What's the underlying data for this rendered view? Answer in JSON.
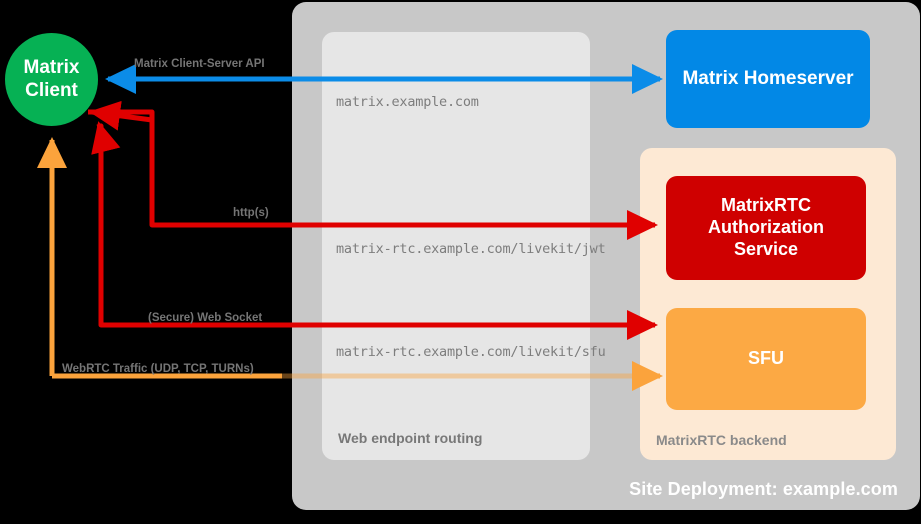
{
  "diagram": {
    "title": "Site Deployment: example.com",
    "colors": {
      "background": "#000000",
      "site_container": "#c8c8c8",
      "routing_panel": "#e6e6e6",
      "backend_panel": "#fde9d4",
      "client": "#06b154",
      "homeserver": "#0288e6",
      "auth_service": "#cf0000",
      "sfu": "#fca944",
      "wire_blue": "#0b8ce8",
      "wire_red": "#e00000",
      "wire_orange": "#fba33c"
    }
  },
  "client": {
    "line1": "Matrix",
    "line2": "Client"
  },
  "routing": {
    "label": "Web endpoint routing",
    "endpoints": [
      "matrix.example.com",
      "matrix-rtc.example.com/livekit/jwt",
      "matrix-rtc.example.com/livekit/sfu"
    ]
  },
  "backend": {
    "label": "MatrixRTC backend",
    "services": [
      {
        "name": "SFU",
        "label": "SFU"
      },
      {
        "name": "auth",
        "label": "MatrixRTC\nAuthorization\nService"
      }
    ]
  },
  "services": {
    "homeserver": "Matrix Homeserver",
    "auth_line1": "MatrixRTC",
    "auth_line2": "Authorization",
    "auth_line3": "Service",
    "sfu": "SFU"
  },
  "connections": [
    {
      "id": "cs-api",
      "label": "Matrix Client-Server API",
      "color": "#0b8ce8",
      "from": "Matrix Homeserver",
      "to": "Matrix Client"
    },
    {
      "id": "https",
      "label": "http(s)",
      "color": "#e00000",
      "from": "Matrix Client",
      "to": "MatrixRTC Authorization Service"
    },
    {
      "id": "websock",
      "label": "(Secure) Web Socket",
      "color": "#e00000",
      "from": "Matrix Client",
      "to": "SFU"
    },
    {
      "id": "webrtc",
      "label": "WebRTC Traffic (UDP, TCP, TURNs)",
      "color": "#fba33c",
      "from": "Matrix Client",
      "to": "SFU"
    }
  ]
}
